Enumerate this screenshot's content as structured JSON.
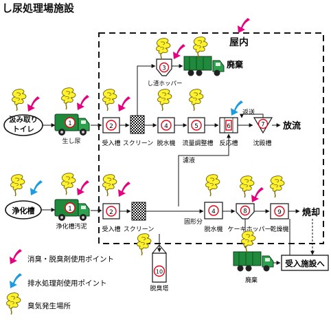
{
  "title": "し尿処理場施設",
  "indoor_label": "屋内",
  "sources": {
    "top": "汲み取りトイレ",
    "bottom": "浄化槽"
  },
  "trucks": {
    "top_label": "生し尿",
    "bottom_label": "浄化槽汚泥",
    "disposal_label": "廃棄",
    "num": "1"
  },
  "top_line": {
    "receiving": {
      "num": "2",
      "label": "受入槽"
    },
    "screen": {
      "label": "スクリーン"
    },
    "residue_hopper": {
      "num": "3",
      "label": "し渣ホッパー"
    },
    "dewater": {
      "num": "4",
      "label": "脱水機"
    },
    "flow_adjust": {
      "num": "5",
      "label": "流量調整槽"
    },
    "reactor": {
      "num": "6",
      "label": "反応槽"
    },
    "settling": {
      "num": "7",
      "label": "沈殿槽"
    },
    "return_label": "返送",
    "discharge": "放流",
    "waste": "廃棄"
  },
  "bottom_line": {
    "receiving": {
      "num": "2",
      "label": "受入槽"
    },
    "screen": {
      "label": "スクリーン"
    },
    "dewater": {
      "num": "4",
      "label": "脱水機"
    },
    "cake_hopper": {
      "num": "8",
      "label": "ケーキホッパー"
    },
    "dryer": {
      "num": "9",
      "label": "乾燥機"
    },
    "deodor_tower": {
      "num": "10",
      "label": "脱臭塔"
    },
    "filtrate": "濾液",
    "solids": "固形分",
    "incinerate": "焼却",
    "facility": "受入施設へ"
  },
  "legend": {
    "pink": "消臭・脱臭剤使用ポイント",
    "blue": "排水処理剤使用ポイント",
    "odor": "臭気発生場所"
  },
  "colors": {
    "pink": "#e4007f",
    "blue": "#1e9be0",
    "odor": "#fff230",
    "red_ring": "#e60012",
    "truck": "#1f8a3c"
  }
}
